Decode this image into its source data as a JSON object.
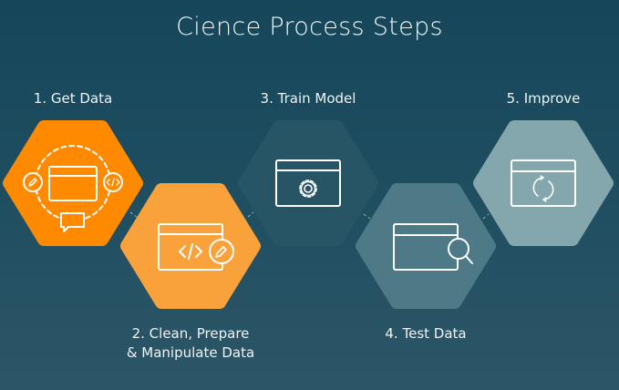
{
  "title": "Cience Process Steps",
  "steps": [
    {
      "label": "1. Get Data",
      "color": "#ff8a00",
      "icon": "window-with-edit-code-comment-icon"
    },
    {
      "label": "2. Clean, Prepare",
      "label2": "& Manipulate Data",
      "color": "#f9a23b",
      "icon": "window-code-edit-icon"
    },
    {
      "label": "3. Train Model",
      "color": "#285565",
      "icon": "window-gear-icon"
    },
    {
      "label": "4. Test Data",
      "color": "#4e7a87",
      "icon": "window-search-icon"
    },
    {
      "label": "5. Improve",
      "color": "#84a7ad",
      "icon": "window-refresh-icon"
    }
  ]
}
